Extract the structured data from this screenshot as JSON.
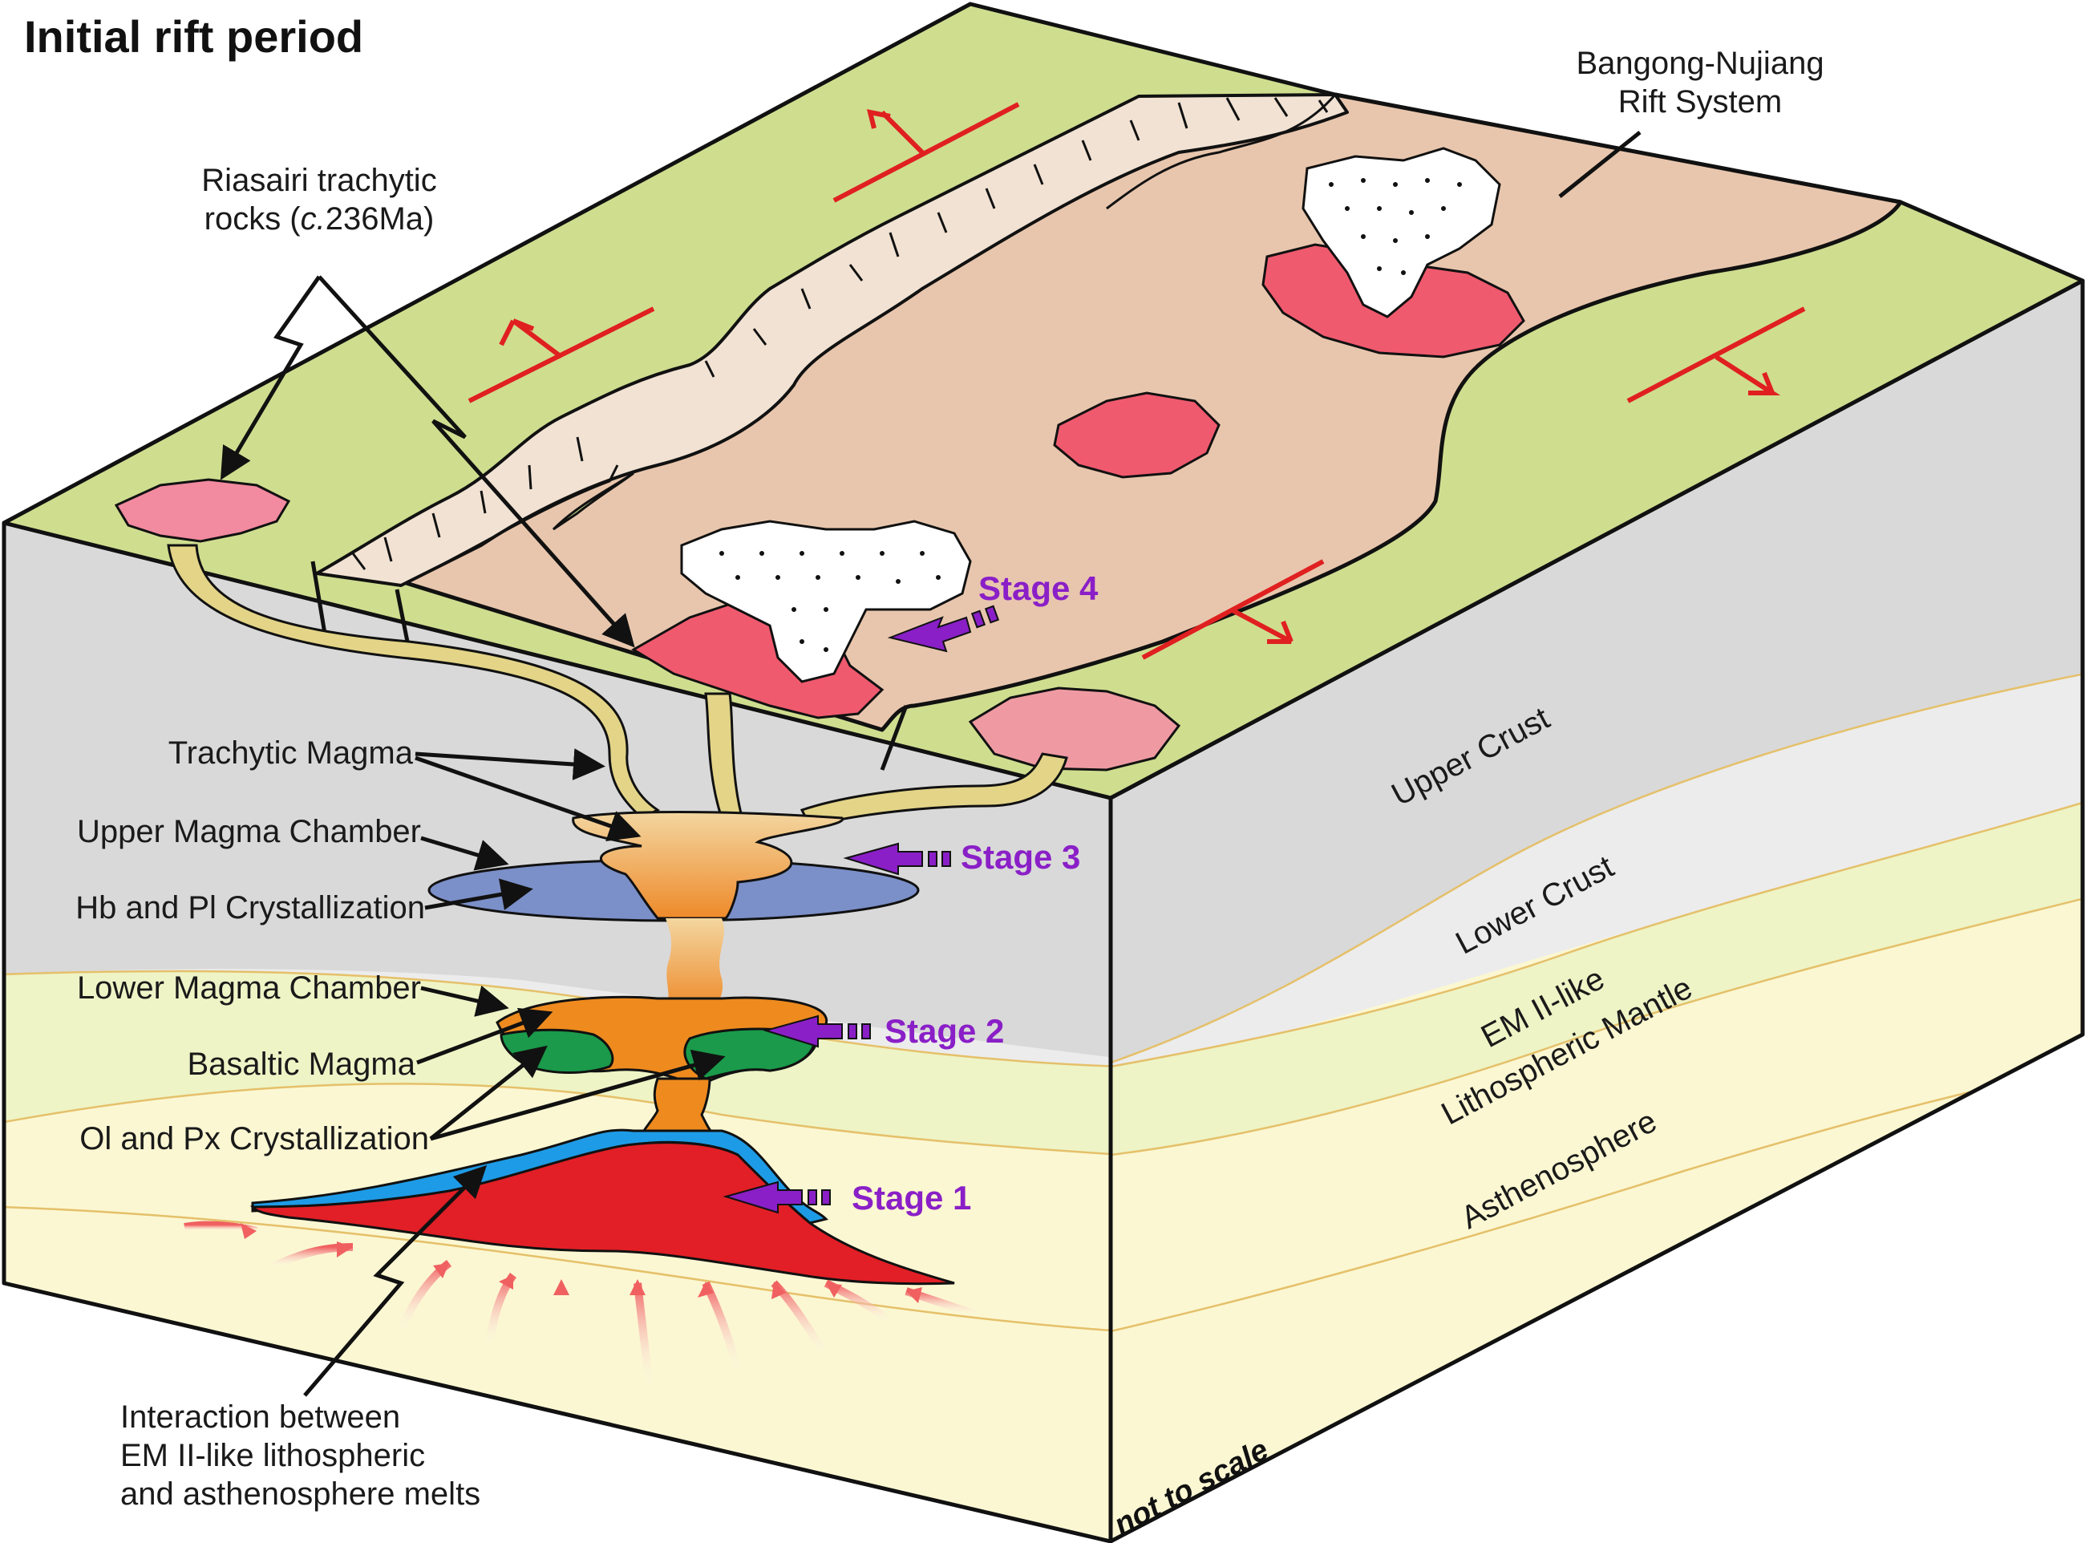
{
  "figure": {
    "title": "Initial rift period",
    "rift_system": [
      "Bangong-Nujiang",
      "Rift System"
    ],
    "riasairi_label": [
      "Riasairi trachytic",
      "rocks (",
      "c.",
      "236Ma)"
    ],
    "interaction_label": [
      "Interaction between",
      "EM II-like lithospheric",
      "and asthenosphere melts"
    ],
    "not_to_scale": "not to scale"
  },
  "process_labels": {
    "trachytic_magma": "Trachytic Magma",
    "upper_chamber": "Upper Magma Chamber",
    "hb_pl": "Hb and Pl Crystallization",
    "lower_chamber": "Lower Magma Chamber",
    "basaltic_magma": "Basaltic Magma",
    "ol_px": "Ol and Px Crystallization"
  },
  "stages": {
    "stage1": "Stage 1",
    "stage2": "Stage 2",
    "stage3": "Stage 3",
    "stage4": "Stage 4"
  },
  "layers": {
    "upper_crust": "Upper Crust",
    "lower_crust": "Lower Crust",
    "em_mantle": [
      "EM II-like",
      "Lithospheric Mantle"
    ],
    "asthenosphere": "Asthenosphere"
  },
  "colors": {
    "surface_green": "#cfdd8f",
    "rift_floor": "#e8c6ad",
    "upper_crust": "#d9d9d9",
    "lower_crust": "#ececec",
    "mantle": "#eef4c6",
    "asthenosphere": "#fbf7d2",
    "stage_purple": "#8a1fc7",
    "melt_red": "#e21f26"
  }
}
